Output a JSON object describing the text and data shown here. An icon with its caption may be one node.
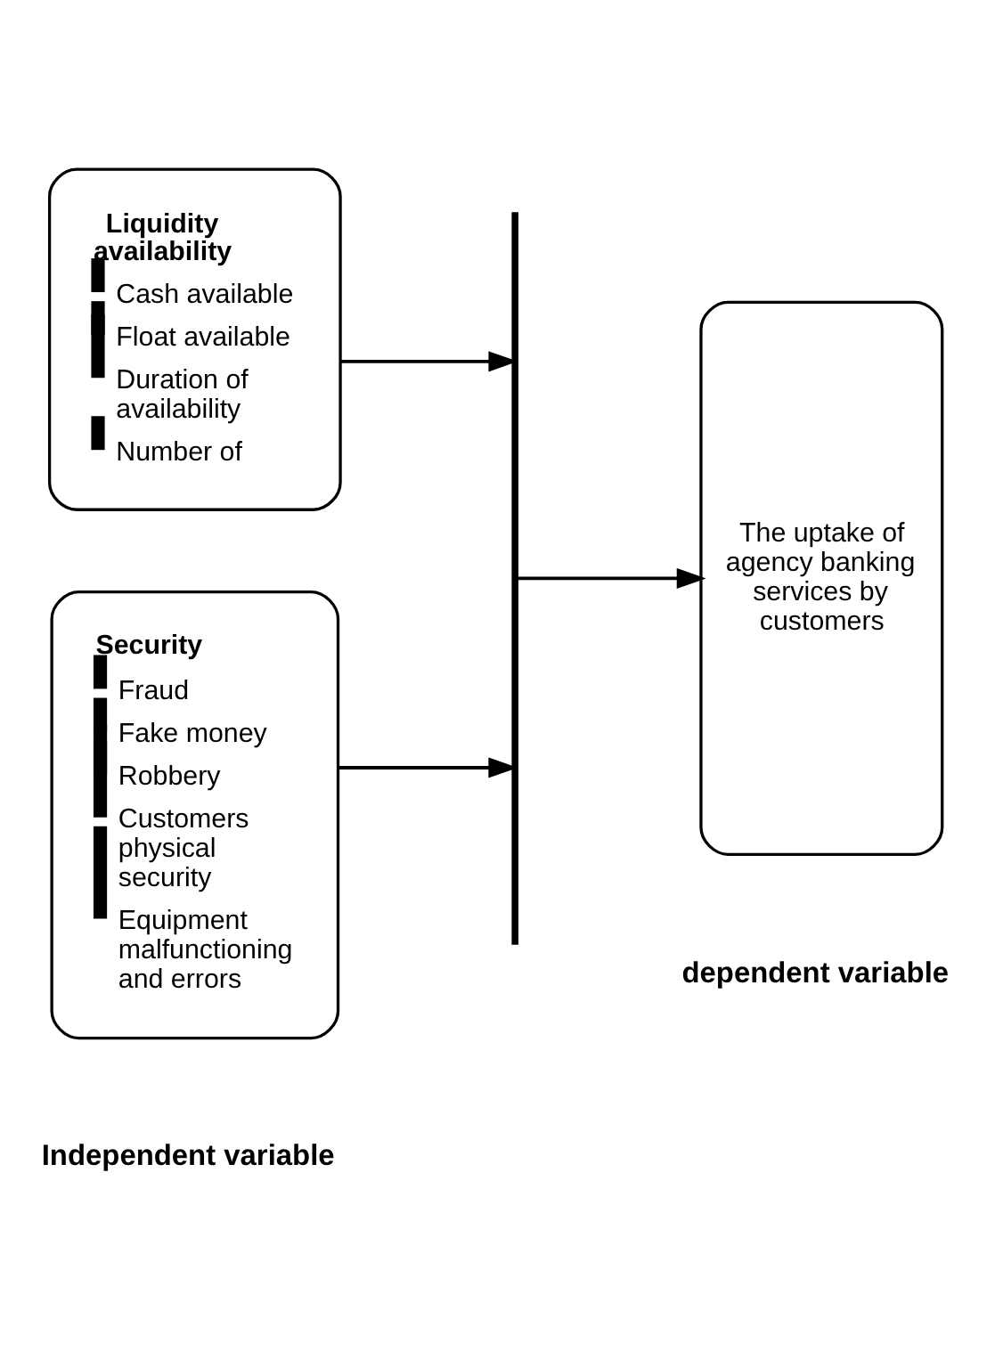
{
  "diagram": {
    "nodes": [
      {
        "text": [
          "Liquidity availability",
          "Cash available",
          "Float available",
          "Duration of availability",
          "Number of"
        ]
      },
      {
        "text": [],
        "shape": "bar"
      },
      {
        "text": [
          "The uptake of agency banking services by customers"
        ]
      },
      {
        "text": [
          "Security",
          "Fraud",
          "Fake money",
          "Robbery",
          "Customers physical security",
          "Equipment malfunctioning and errors"
        ]
      }
    ],
    "edges": [
      {
        "from": 0,
        "to": 1,
        "arrow": "to"
      },
      {
        "from": 3,
        "to": 1,
        "arrow": "to"
      },
      {
        "from": 1,
        "to": 2,
        "arrow": "to"
      }
    ],
    "labels": [
      "Independent variable",
      "dependent variable"
    ]
  }
}
